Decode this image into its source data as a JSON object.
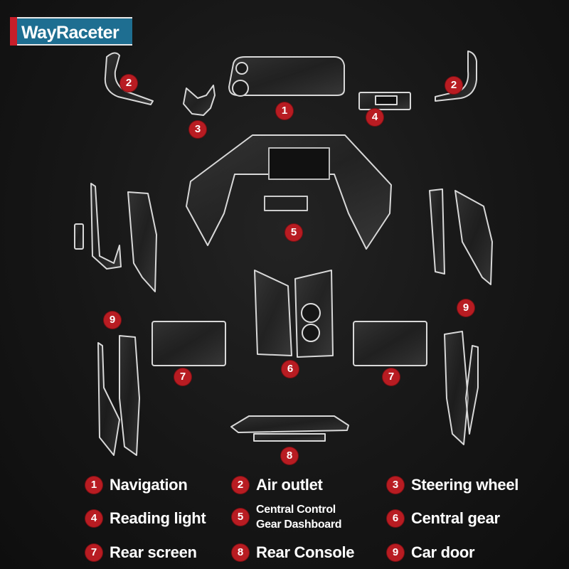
{
  "brand": {
    "name": "WayRaceter"
  },
  "colors": {
    "badge": "#b81c22",
    "logo_blue": "#1e6e91",
    "logo_red": "#c81e2a",
    "background": "#141414"
  },
  "part_markers": [
    "2",
    "3",
    "1",
    "4",
    "2",
    "5",
    "9",
    "9",
    "7",
    "6",
    "7",
    "8"
  ],
  "legend": [
    {
      "number": "1",
      "label": "Navigation"
    },
    {
      "number": "2",
      "label": "Air outlet"
    },
    {
      "number": "3",
      "label": "Steering wheel"
    },
    {
      "number": "4",
      "label": "Reading light"
    },
    {
      "number": "5",
      "label": "Central Control Gear Dashboard"
    },
    {
      "number": "6",
      "label": "Central gear"
    },
    {
      "number": "7",
      "label": "Rear screen"
    },
    {
      "number": "8",
      "label": "Rear Console"
    },
    {
      "number": "9",
      "label": "Car door"
    }
  ]
}
